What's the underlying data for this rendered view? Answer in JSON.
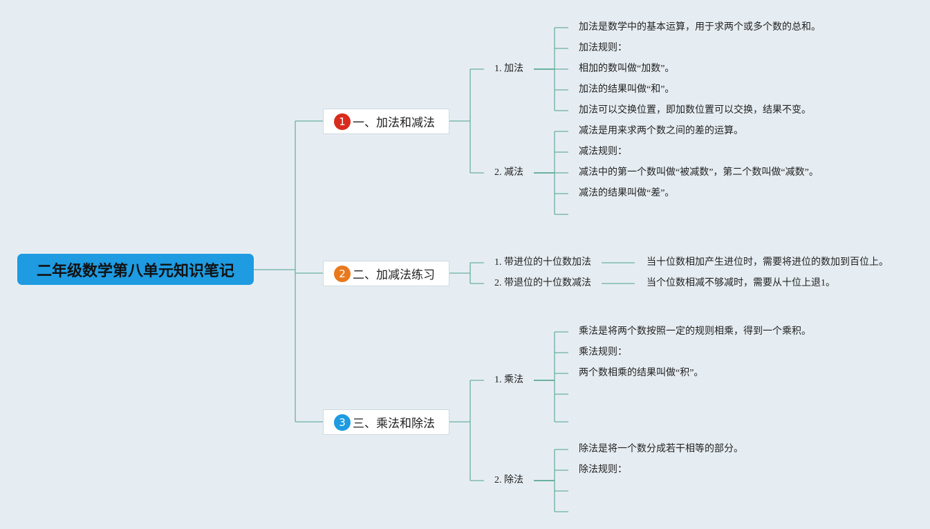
{
  "root": {
    "title": "二年级数学第八单元知识笔记"
  },
  "colors": {
    "line": "#6ab0a2",
    "root_bg": "#1e9be1",
    "badge1": "#d92b1c",
    "badge2": "#e8791d",
    "badge3": "#1e9be1"
  },
  "branches": [
    {
      "number": "1",
      "label": "一、加法和减法",
      "subs": [
        {
          "label": "1. 加法",
          "items": [
            "加法是数学中的基本运算，用于求两个或多个数的总和。",
            "加法规则：",
            "相加的数叫做“加数”。",
            "加法的结果叫做“和”。",
            "加法可以交换位置，即加数位置可以交换，结果不变。"
          ]
        },
        {
          "label": "2. 减法",
          "items": [
            "减法是用来求两个数之间的差的运算。",
            "减法规则：",
            "减法中的第一个数叫做“被减数”，第二个数叫做“减数”。",
            "减法的结果叫做“差”。",
            ""
          ]
        }
      ]
    },
    {
      "number": "2",
      "label": "二、加减法练习",
      "subs": [
        {
          "label": "1. 带进位的十位数加法",
          "items": [
            "当十位数相加产生进位时，需要将进位的数加到百位上。"
          ]
        },
        {
          "label": "2. 带退位的十位数减法",
          "items": [
            "当个位数相减不够减时，需要从十位上退1。"
          ]
        }
      ]
    },
    {
      "number": "3",
      "label": "三、乘法和除法",
      "subs": [
        {
          "label": "1. 乘法",
          "items": [
            "乘法是将两个数按照一定的规则相乘，得到一个乘积。",
            "乘法规则：",
            "两个数相乘的结果叫做“积”。",
            "",
            ""
          ]
        },
        {
          "label": "2. 除法",
          "items": [
            "除法是将一个数分成若干相等的部分。",
            "除法规则：",
            "",
            ""
          ]
        }
      ]
    }
  ]
}
